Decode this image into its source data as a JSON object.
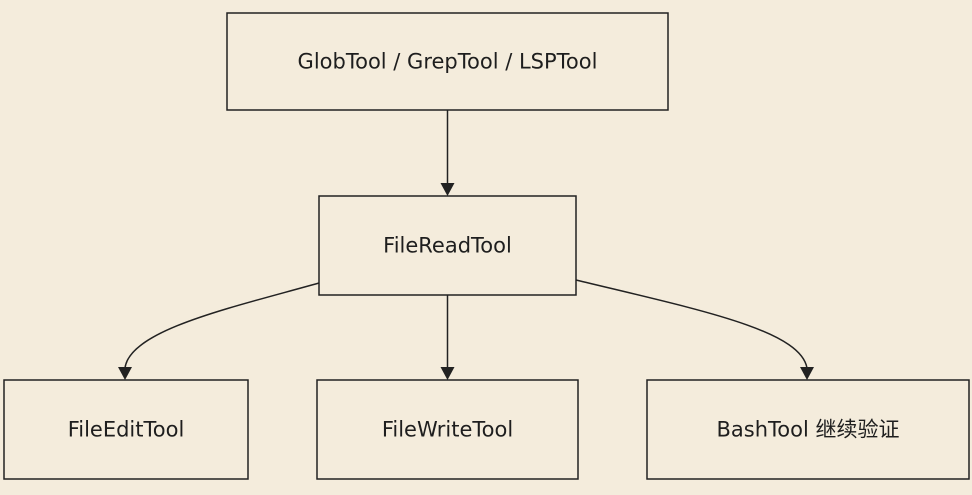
{
  "nodes": {
    "search_tools": "GlobTool / GrepTool / LSPTool",
    "read_tool": "FileReadTool",
    "edit_tool": "FileEditTool",
    "write_tool": "FileWriteTool",
    "bash_tool": "BashTool 继续验证"
  },
  "edges": [
    {
      "from": "search_tools",
      "to": "read_tool"
    },
    {
      "from": "read_tool",
      "to": "edit_tool"
    },
    {
      "from": "read_tool",
      "to": "write_tool"
    },
    {
      "from": "read_tool",
      "to": "bash_tool"
    }
  ],
  "colors": {
    "background": "#f4ecdc",
    "stroke": "#222222",
    "text": "#1e1e1e"
  }
}
